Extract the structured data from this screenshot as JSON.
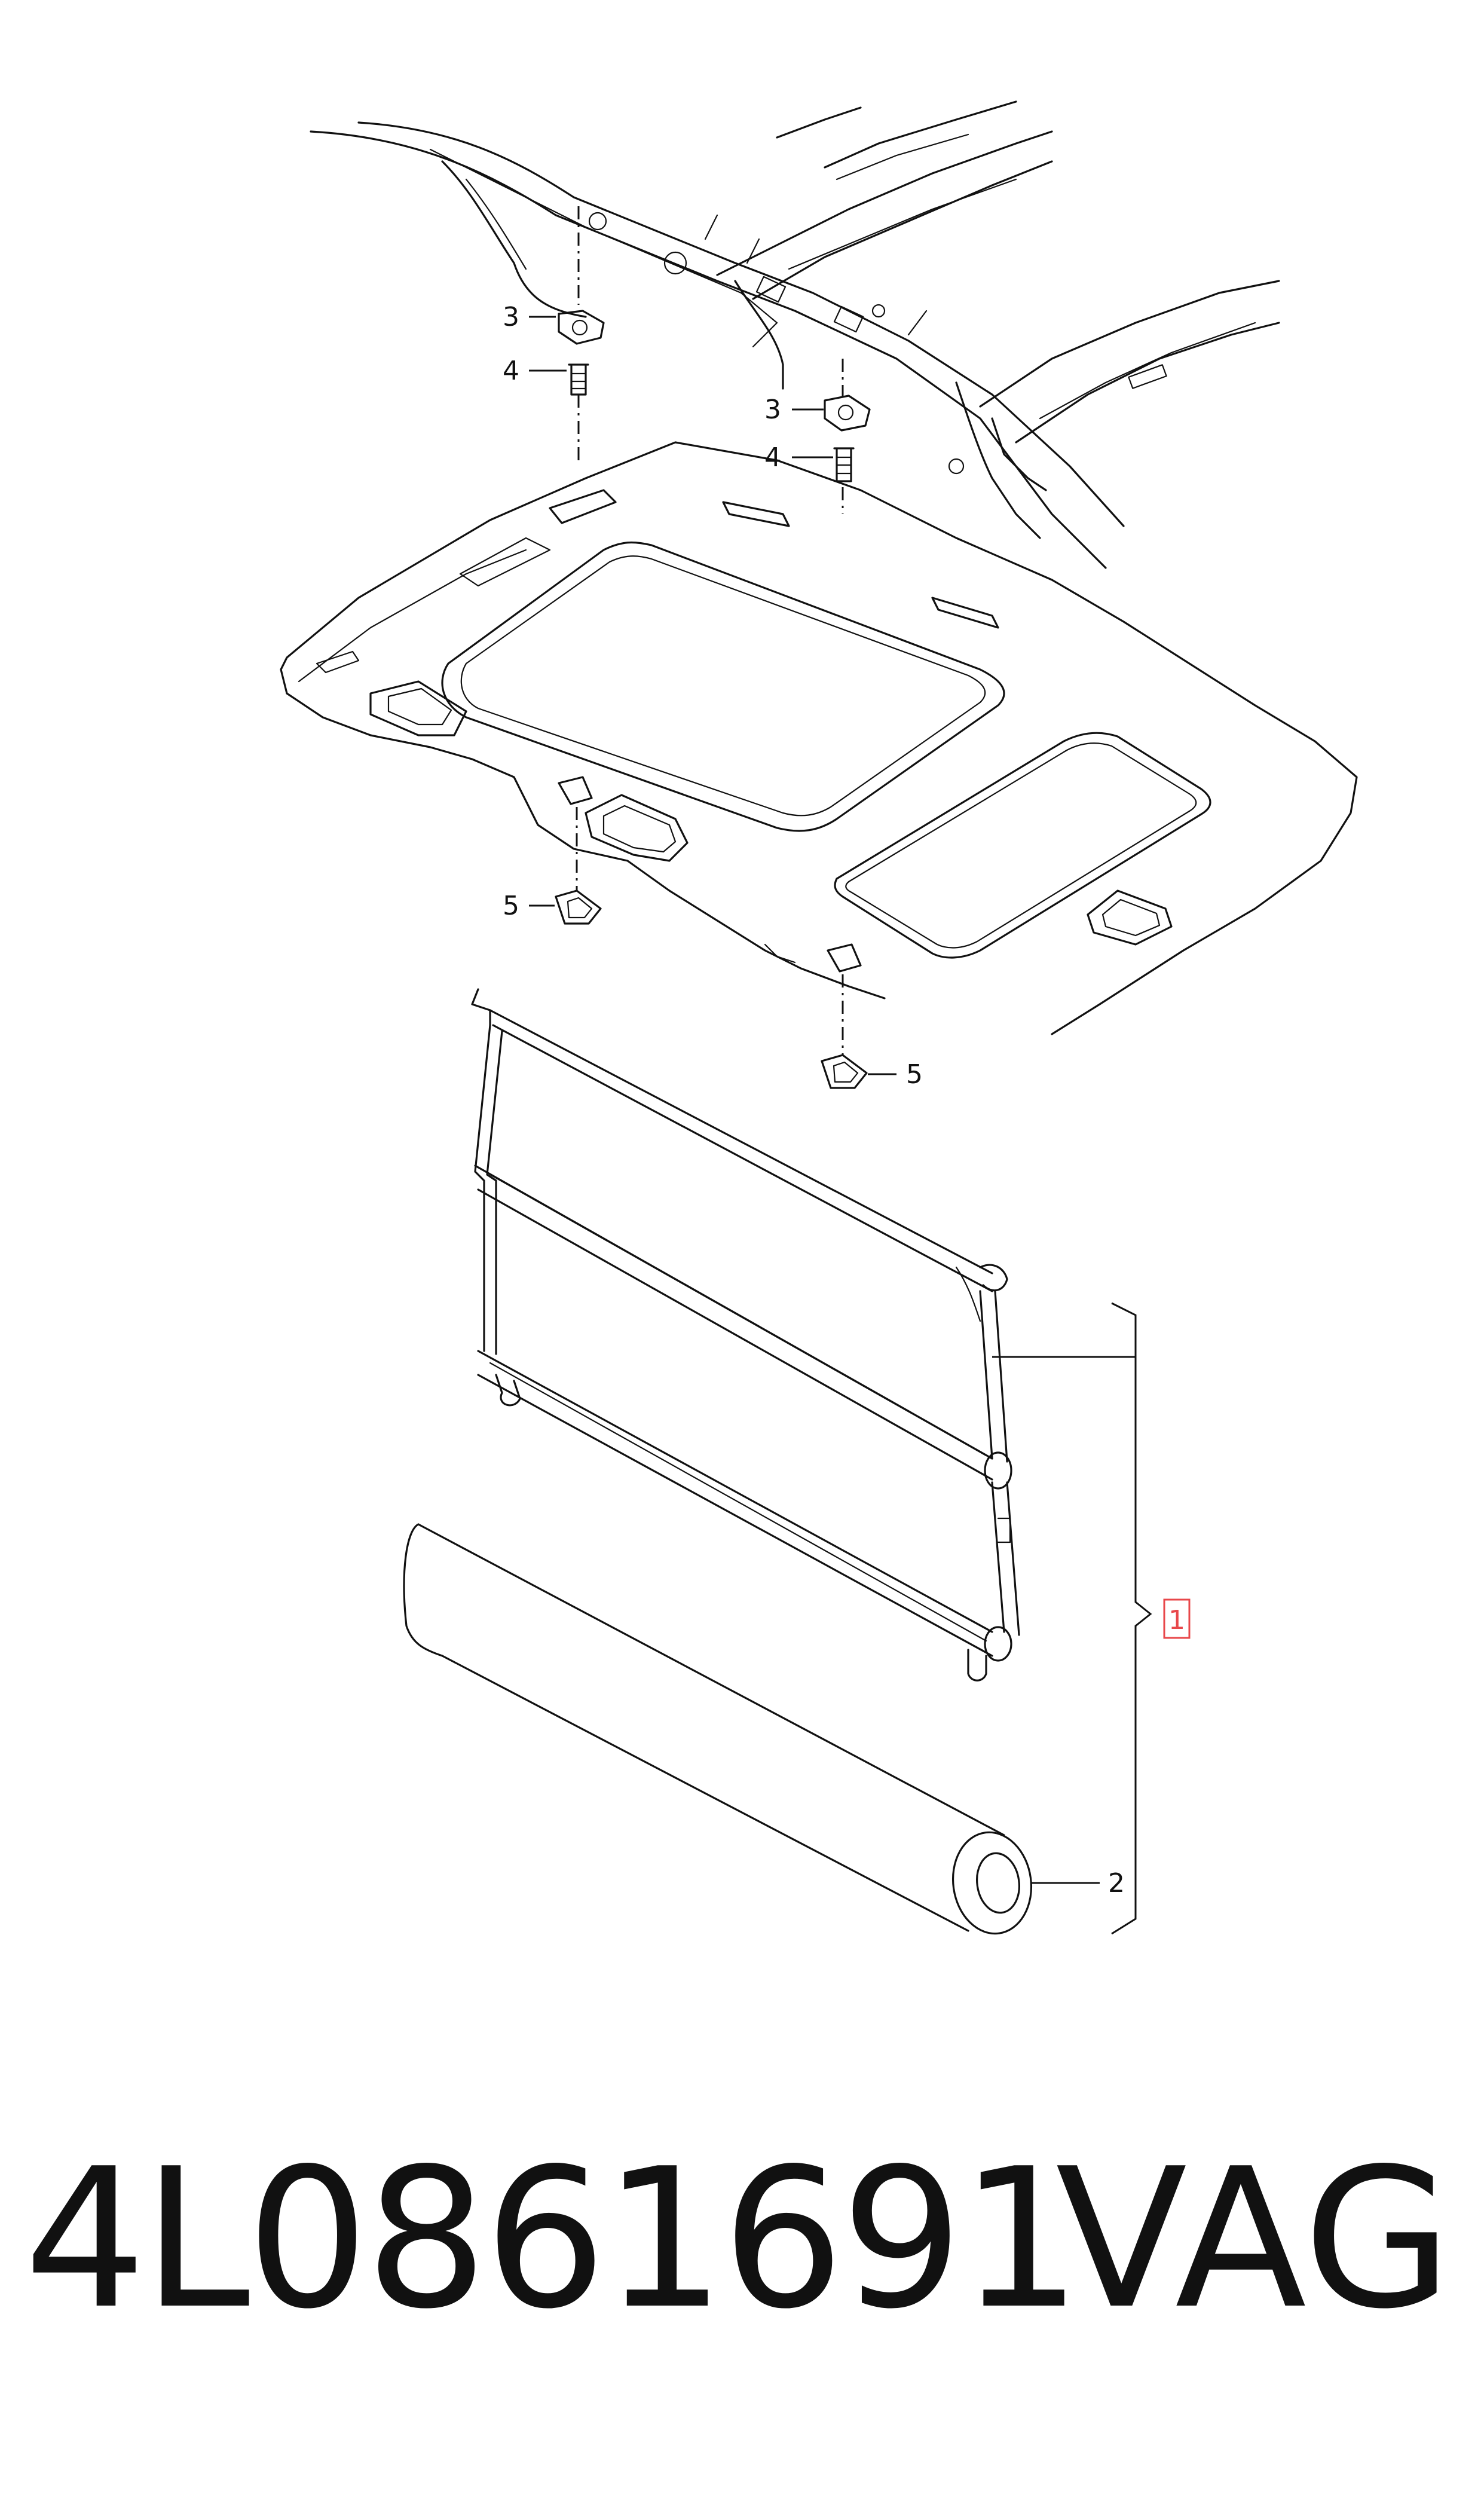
{
  "diagram": {
    "callouts": {
      "c1": "1",
      "c2": "2",
      "c3a": "3",
      "c3b": "3",
      "c4a": "4",
      "c4b": "4",
      "c5a": "5",
      "c5b": "5"
    },
    "highlight_color": "#e8474a"
  },
  "footer": {
    "part_number": "4L0861691",
    "brand": "VAG"
  }
}
